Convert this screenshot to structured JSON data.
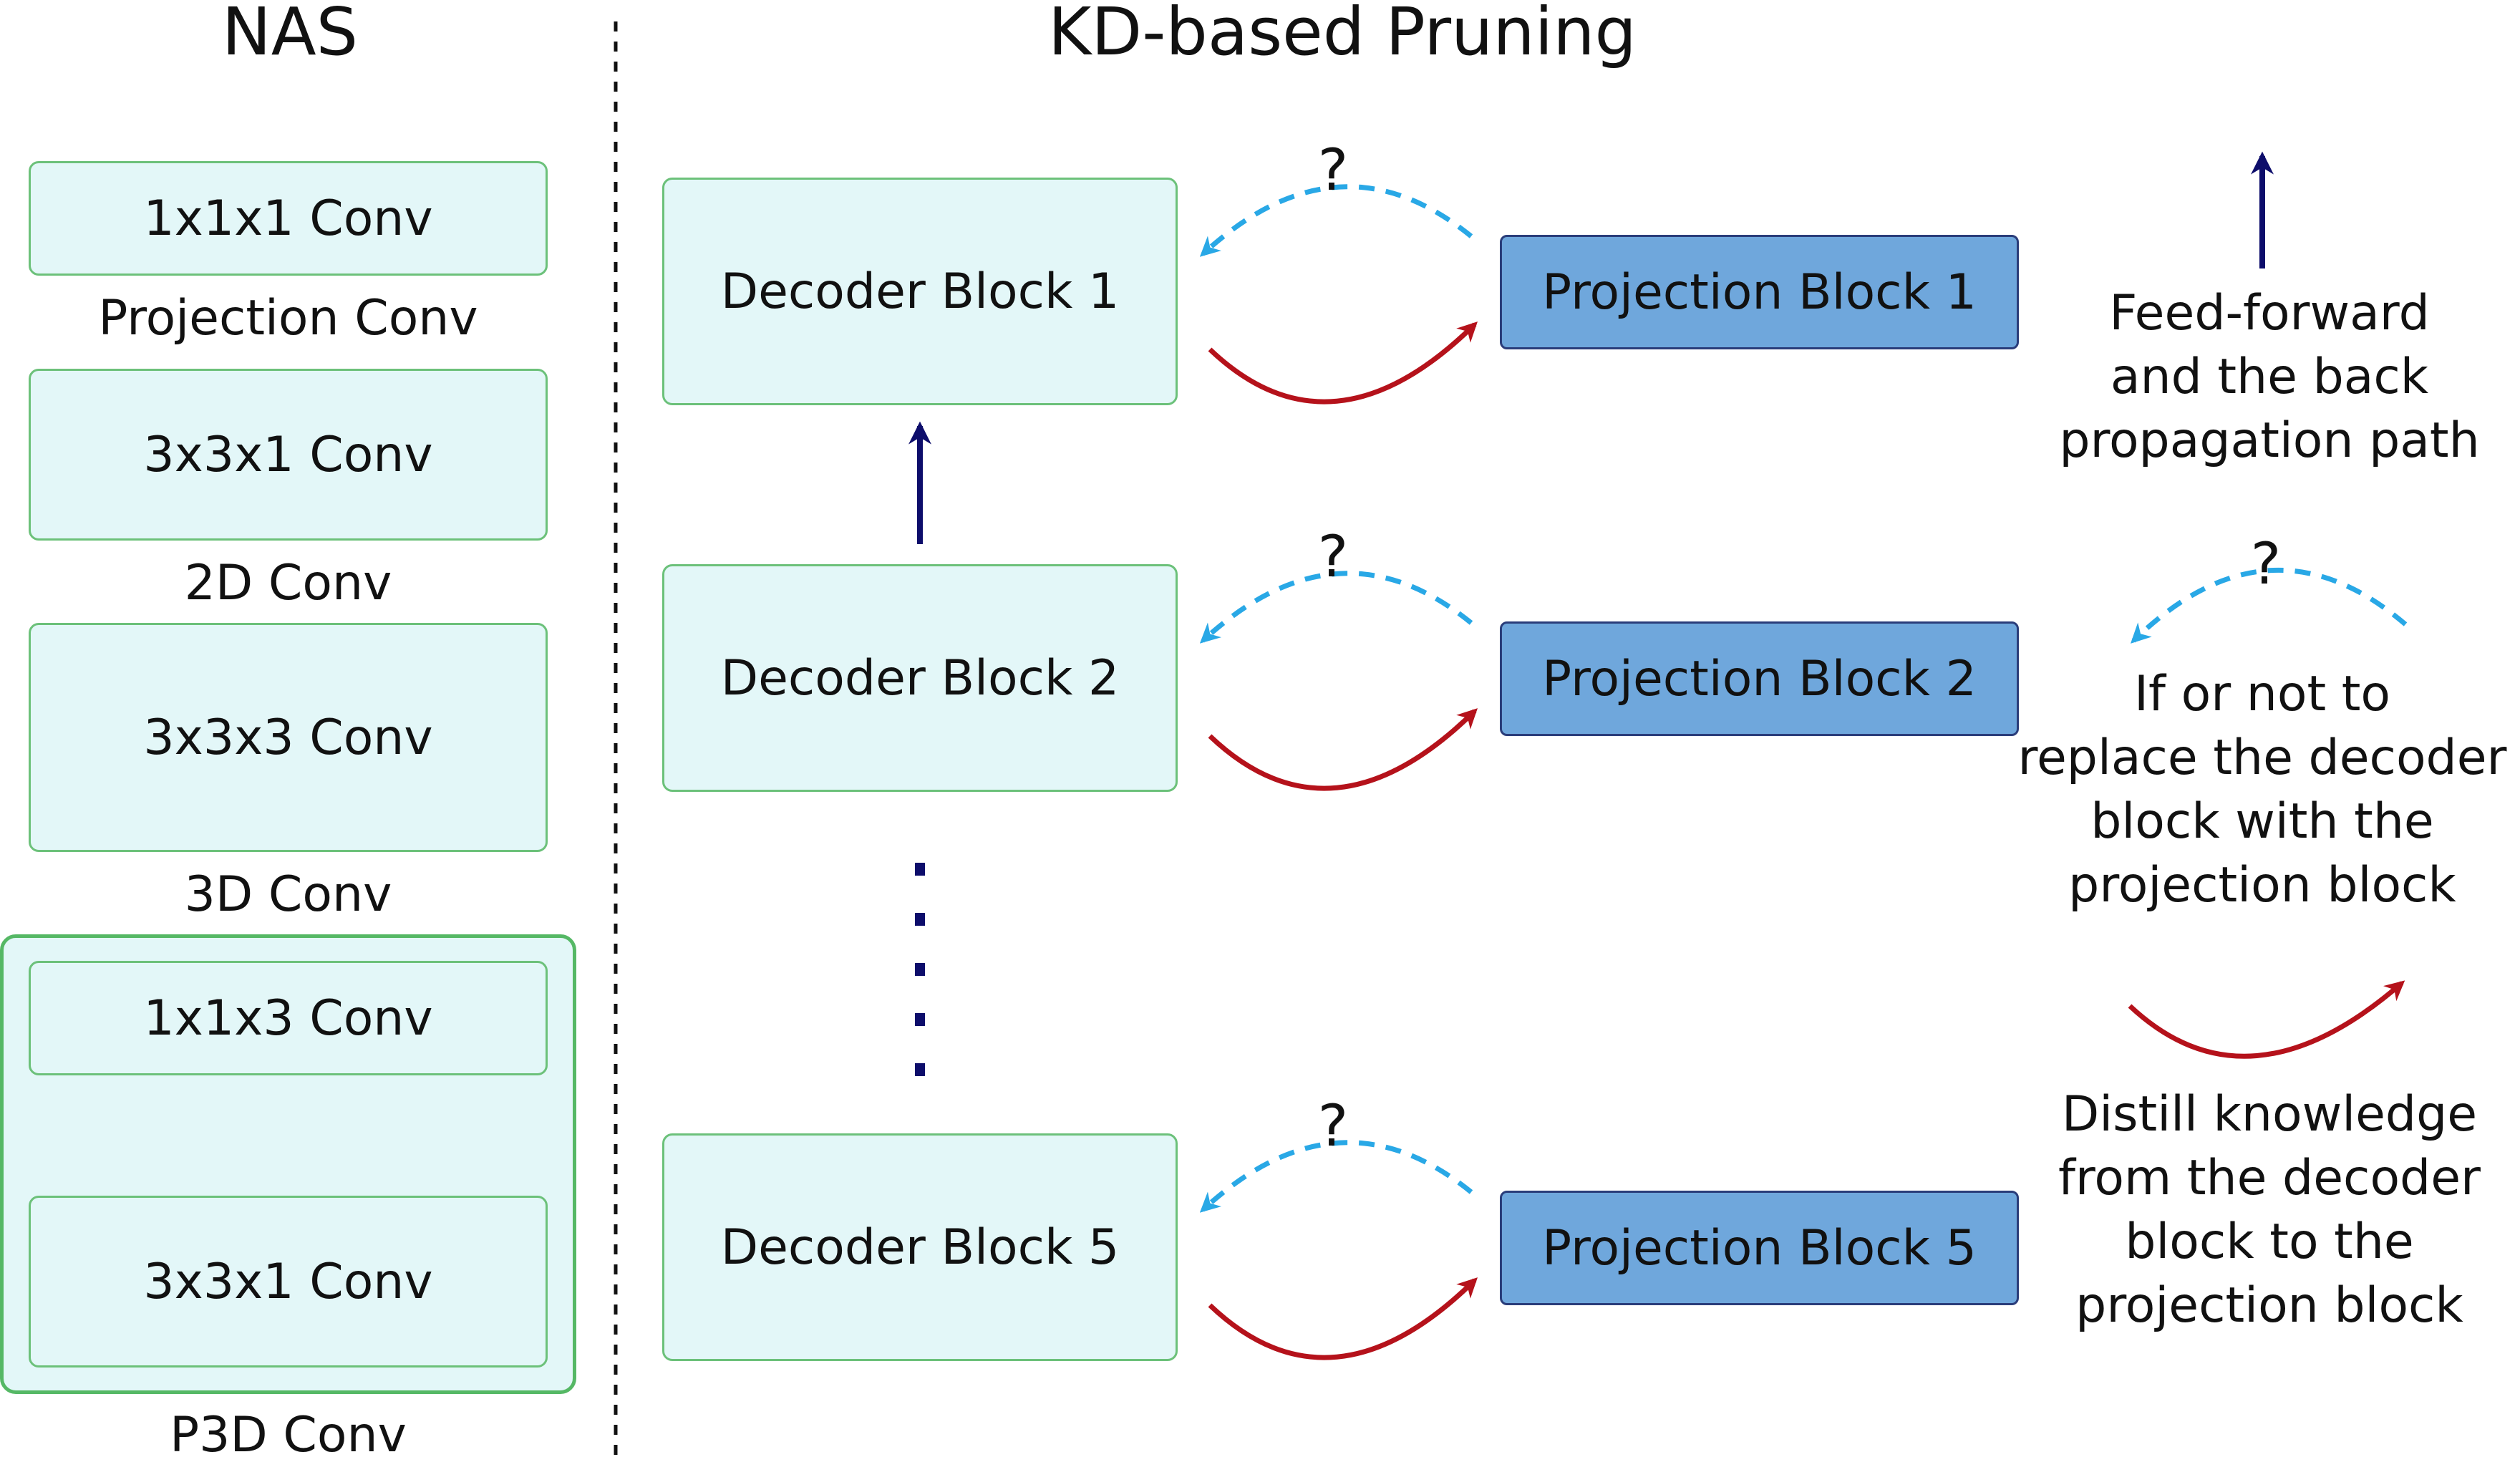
{
  "titles": {
    "nas": "NAS",
    "kd": "KD-based Pruning"
  },
  "nas": {
    "projection_box": "1x1x1 Conv",
    "projection_label": "Projection Conv",
    "conv2d_box": "3x3x1 Conv",
    "conv2d_label": "2D Conv",
    "conv3d_box": "3x3x3 Conv",
    "conv3d_label": "3D Conv",
    "p3d_top_box": "1x1x3 Conv",
    "p3d_bottom_box": "3x3x1 Conv",
    "p3d_label": "P3D Conv"
  },
  "kd": {
    "decoder_blocks": [
      "Decoder Block 1",
      "Decoder Block 2",
      "Decoder Block 5"
    ],
    "projection_blocks": [
      "Projection Block 1",
      "Projection Block 2",
      "Projection Block 5"
    ],
    "question_mark": "?"
  },
  "legend": {
    "feed_forward": [
      "Feed-forward",
      "and the back",
      "propagation path"
    ],
    "replace": [
      "If or not to",
      "replace the decoder",
      "block with the",
      "projection block"
    ],
    "distill": [
      "Distill knowledge",
      "from the decoder",
      "block to the",
      "projection block"
    ]
  },
  "colors": {
    "box_fill": "#e3f7f8",
    "box_border": "#6cc17a",
    "projection_fill": "#6fa7dc",
    "feed_forward_arrow": "#0d0d6b",
    "question_arrow": "#29a8e6",
    "distill_arrow": "#b5121b"
  }
}
